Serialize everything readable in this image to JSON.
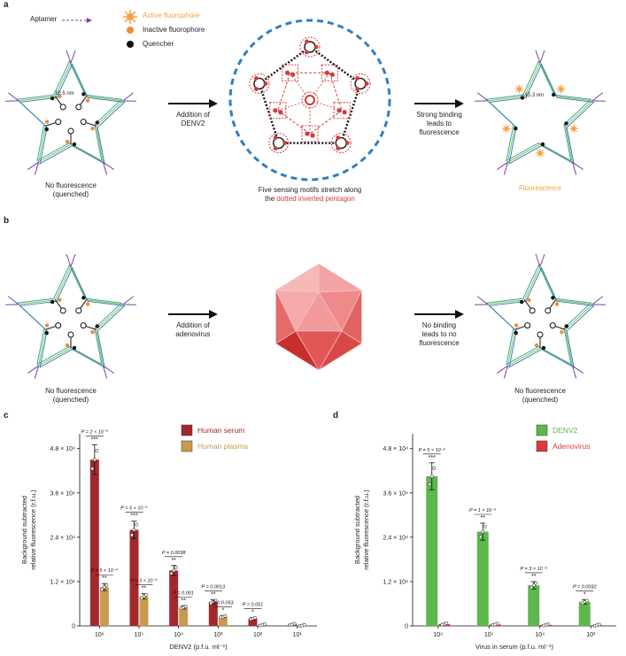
{
  "panels": {
    "a": "a",
    "b": "b",
    "c": "c",
    "d": "d"
  },
  "legend_a": {
    "aptamer": "Aptamer",
    "active": "Active fluorophore",
    "inactive": "Inactive fluorophore",
    "quencher": "Quencher"
  },
  "colors": {
    "active": "#F5A03C",
    "inactive": "#F08A3A",
    "quencher": "#111111",
    "human_serum": "#A3282C",
    "human_plasma": "#C99A4E",
    "denv2": "#5CB84C",
    "adenovirus": "#E03A3A",
    "dashed_circle": "#2F7FC1",
    "pentagon_red": "#D23B3B"
  },
  "row_a": {
    "dist1": "10.5 nm",
    "arrow1": "Addition of DENV2",
    "arrow1_l1": "Addition of",
    "arrow1_l2": "DENV2",
    "cap1_l1": "No fluorescence",
    "cap1_l2": "(quenched)",
    "cap_mid_l1": "Five sensing motifs stretch along",
    "cap_mid_l2_a": "the ",
    "cap_mid_l2_b": "dotted inverted pentagon",
    "arrow2_l1": "Strong binding",
    "arrow2_l2": "leads to",
    "arrow2_l3": "fluorescence",
    "dist2": "~15.3 nm",
    "cap3": "Fluorescence"
  },
  "row_b": {
    "arrow1_l1": "Addition of",
    "arrow1_l2": "adenovirus",
    "arrow2_l1": "No binding",
    "arrow2_l2": "leads to no",
    "arrow2_l3": "fluorescence",
    "cap1_l1": "No fluorescence",
    "cap1_l2": "(quenched)",
    "cap3_l1": "No fluorescence",
    "cap3_l2": "(quenched)"
  },
  "chart_data": [
    {
      "type": "bar",
      "ylabel_l1": "Background subtracted",
      "ylabel_l2": "relative fluorescence (r.f.u.)",
      "xlabel": "DENV2 (p.f.u. ml⁻¹)",
      "categories": [
        "10⁶",
        "10⁵",
        "10⁴",
        "10³",
        "10²",
        "10¹"
      ],
      "yticks": [
        "0",
        "1.2 × 10⁴",
        "2.4 × 10⁴",
        "3.6 × 10⁴",
        "4.8 × 10⁴"
      ],
      "ylim": [
        0,
        52000
      ],
      "series": [
        {
          "name": "Human serum",
          "values": [
            45000,
            26000,
            15000,
            6500,
            2000,
            400
          ]
        },
        {
          "name": "Human plasma",
          "values": [
            10500,
            8000,
            5000,
            2500,
            300,
            100
          ]
        }
      ],
      "annotations": {
        "serum_p": [
          "P = 2 × 10⁻⁵",
          "P = 5 × 10⁻⁵",
          "P = 0.0038",
          "P = 0.0013",
          "P = 0.051",
          ""
        ],
        "serum_stars": [
          "***",
          "***",
          "**",
          "**",
          "*",
          ""
        ],
        "plasma_p": [
          "P = 5 × 10⁻⁴",
          "P = 3 × 10⁻⁴",
          "P = 0.001",
          "P = 0.053",
          "",
          ""
        ],
        "plasma_stars": [
          "**",
          "**",
          "**",
          "*",
          "",
          ""
        ]
      }
    },
    {
      "type": "bar",
      "ylabel_l1": "Background subtracted",
      "ylabel_l2": "relative fluorescence (r.f.u.)",
      "xlabel": "Virus in serum (p.f.u. ml⁻¹)",
      "categories": [
        "10⁶",
        "10⁵",
        "10⁴",
        "10³"
      ],
      "yticks": [
        "0",
        "1.2 × 10⁴",
        "2.4 × 10⁴",
        "3.6 × 10⁴",
        "4.8 × 10⁴"
      ],
      "ylim": [
        0,
        52000
      ],
      "series": [
        {
          "name": "DENV2",
          "values": [
            40500,
            25500,
            11000,
            6500
          ]
        },
        {
          "name": "Adenovirus",
          "values": [
            500,
            400,
            300,
            200
          ]
        }
      ],
      "annotations": {
        "p": [
          "P = 5 × 10⁻⁶",
          "P = 1 × 10⁻⁵",
          "P = 3 × 10⁻⁵",
          "P = 0.0032"
        ],
        "stars": [
          "***",
          "**",
          "**",
          "*"
        ]
      }
    }
  ]
}
